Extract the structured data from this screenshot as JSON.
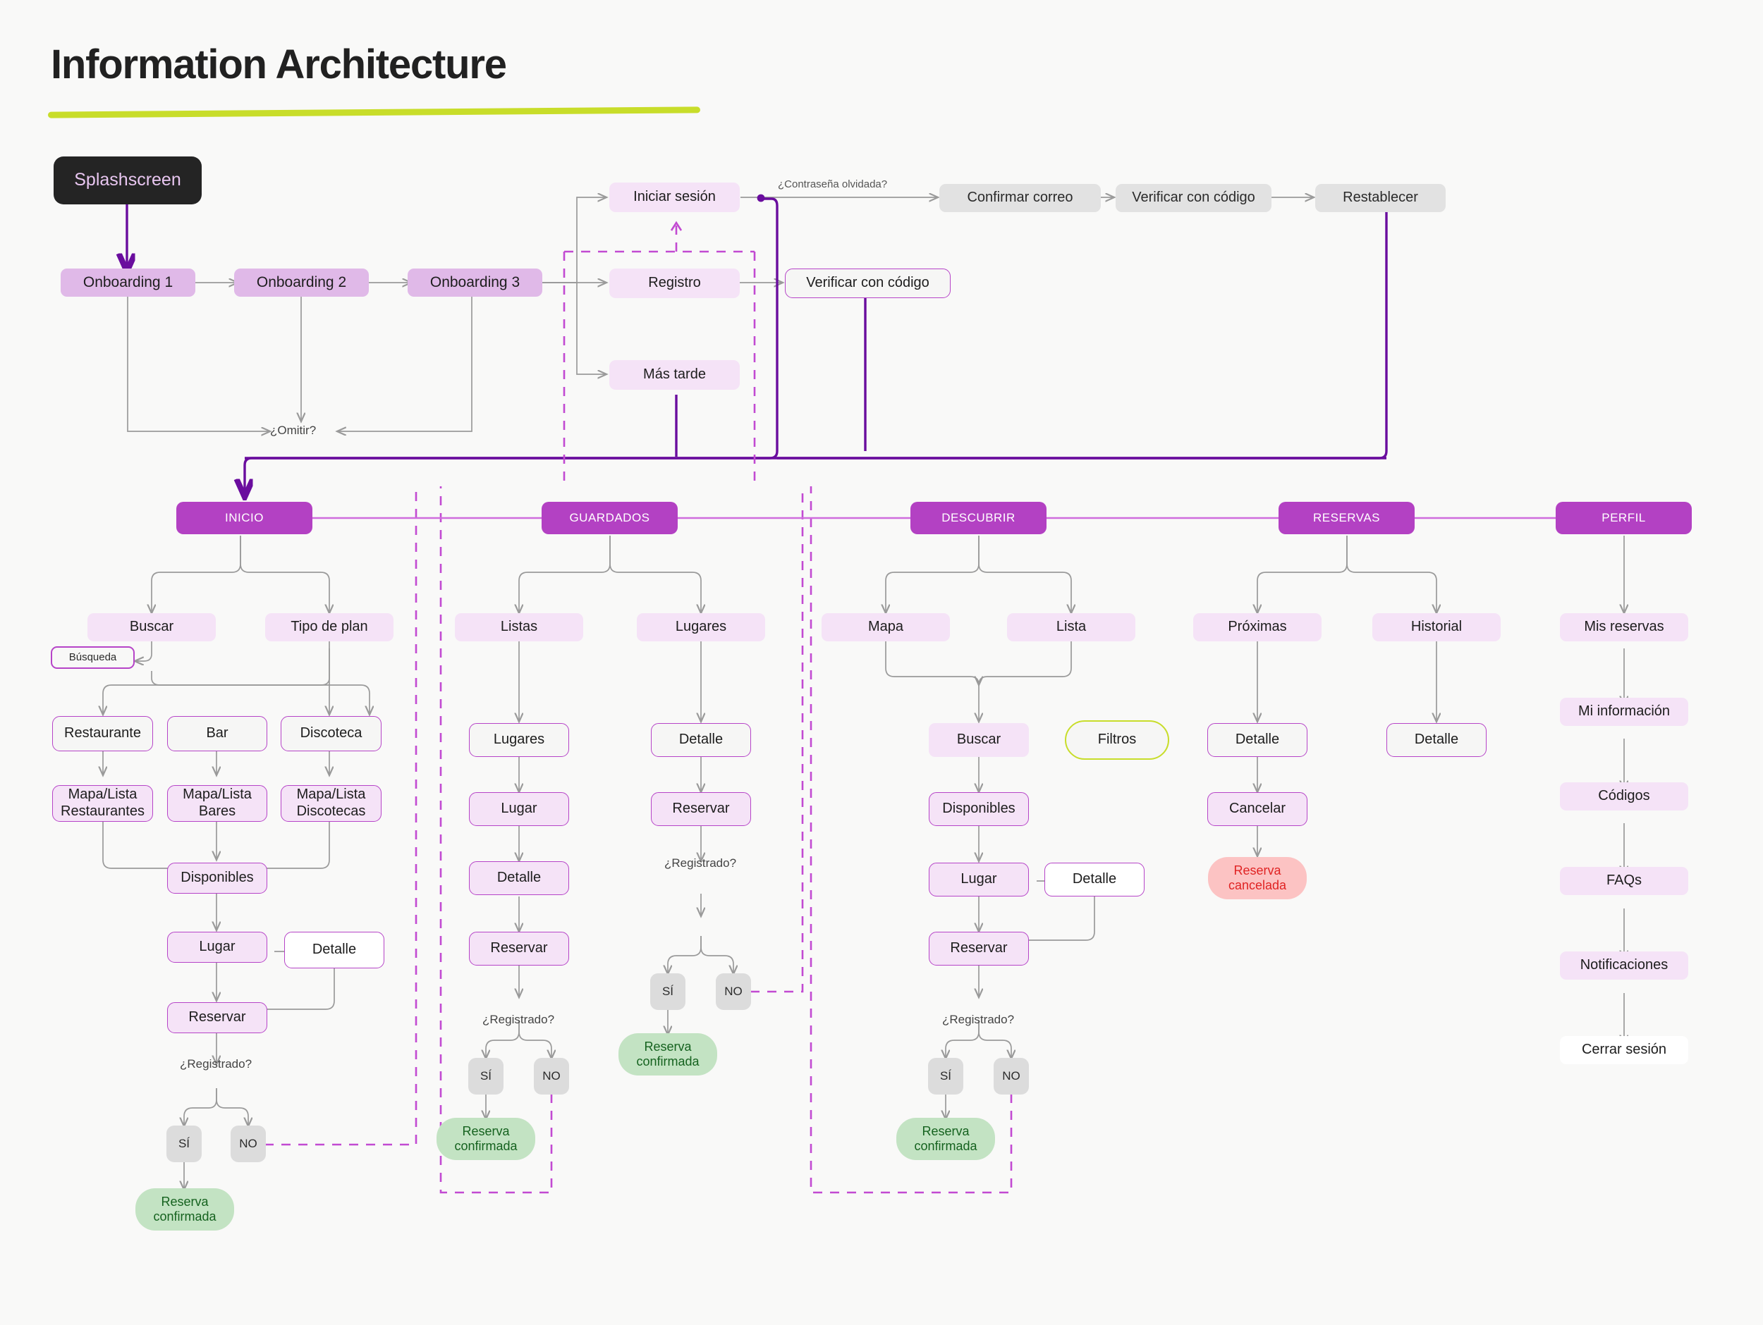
{
  "page": {
    "title": "Information Architecture",
    "accent_lime": "#c8dd2a",
    "accent_purple": "#b341c3",
    "deep_purple": "#6a0d9e",
    "background": "#f9f9f8"
  },
  "entry": {
    "splashscreen": "Splashscreen",
    "onboarding": [
      "Onboarding 1",
      "Onboarding 2",
      "Onboarding 3"
    ],
    "skip_label": "¿Omitir?"
  },
  "auth": {
    "login": "Iniciar sesión",
    "register": "Registro",
    "later": "Más tarde",
    "verify_code_register": "Verificar con código",
    "forgot_password_label": "¿Contraseña olvidada?",
    "recovery": [
      "Confirmar correo",
      "Verificar con código",
      "Restablecer"
    ]
  },
  "sections": [
    {
      "id": "inicio",
      "label": "INICIO"
    },
    {
      "id": "guardados",
      "label": "GUARDADOS"
    },
    {
      "id": "descubrir",
      "label": "DESCUBRIR"
    },
    {
      "id": "reservas",
      "label": "RESERVAS"
    },
    {
      "id": "perfil",
      "label": "PERFIL"
    }
  ],
  "inicio": {
    "buscar": "Buscar",
    "busqueda": "Búsqueda",
    "tipo_de_plan": "Tipo de plan",
    "restaurante": "Restaurante",
    "bar": "Bar",
    "discoteca": "Discoteca",
    "mapa_lista_restaurantes": "Mapa/Lista\nRestaurantes",
    "mapa_lista_bares": "Mapa/Lista\nBares",
    "mapa_lista_discotecas": "Mapa/Lista\nDiscotecas",
    "disponibles": "Disponibles",
    "lugar": "Lugar",
    "detalle": "Detalle",
    "reservar": "Reservar",
    "registrado_label": "¿Registrado?",
    "si": "SÍ",
    "no": "NO",
    "reserva_confirmada": "Reserva\nconfirmada"
  },
  "guardados": {
    "listas": "Listas",
    "lugares_col": "Lugares",
    "listas_lugares": "Lugares",
    "listas_lugar": "Lugar",
    "listas_detalle": "Detalle",
    "listas_reservar": "Reservar",
    "listas_registrado_label": "¿Registrado?",
    "listas_si": "SÍ",
    "listas_no": "NO",
    "listas_reserva_confirmada": "Reserva\nconfirmada",
    "lugares_detalle": "Detalle",
    "lugares_reservar": "Reservar",
    "lugares_registrado_label": "¿Registrado?",
    "lugares_si": "SÍ",
    "lugares_no": "NO",
    "lugares_reserva_confirmada": "Reserva\nconfirmada"
  },
  "descubrir": {
    "mapa": "Mapa",
    "lista": "Lista",
    "buscar": "Buscar",
    "filtros": "Filtros",
    "disponibles": "Disponibles",
    "lugar": "Lugar",
    "detalle": "Detalle",
    "reservar": "Reservar",
    "registrado_label": "¿Registrado?",
    "si": "SÍ",
    "no": "NO",
    "reserva_confirmada": "Reserva\nconfirmada"
  },
  "reservas": {
    "proximas": "Próximas",
    "historial": "Historial",
    "proximas_detalle": "Detalle",
    "cancelar": "Cancelar",
    "reserva_cancelada": "Reserva\ncancelada",
    "historial_detalle": "Detalle"
  },
  "perfil": {
    "items": [
      "Mis reservas",
      "Mi información",
      "Códigos",
      "FAQs",
      "Notificaciones",
      "Cerrar sesión"
    ]
  }
}
